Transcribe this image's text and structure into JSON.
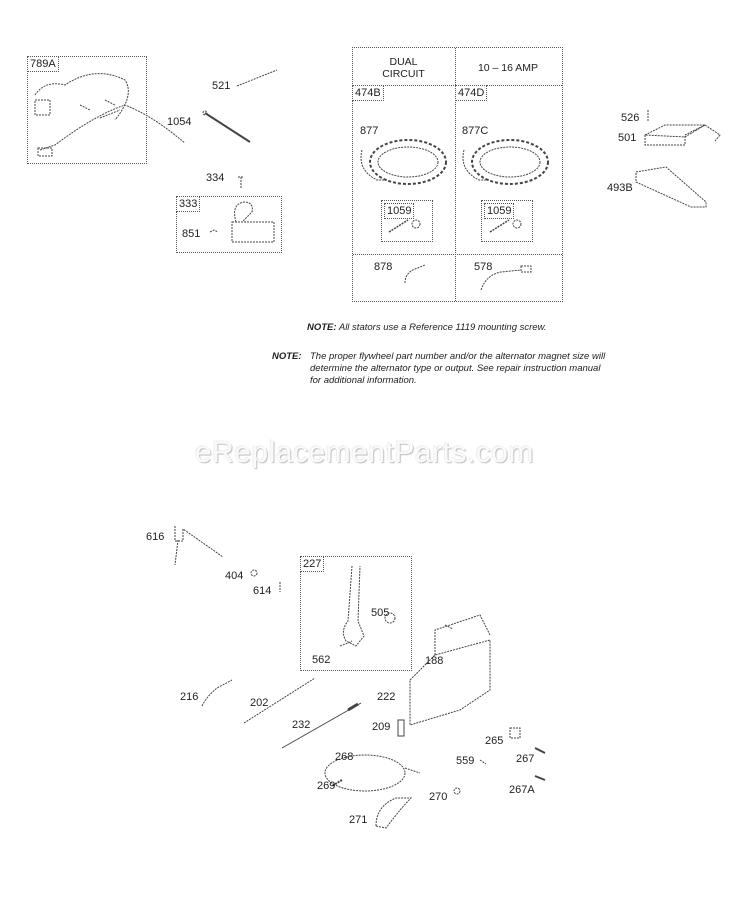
{
  "watermark": "eReplacementParts.com",
  "top_left": {
    "kit_789A": "789A",
    "lbl_521": "521",
    "lbl_1054": "1054",
    "lbl_334": "334",
    "kit_333": "333",
    "lbl_851": "851"
  },
  "stator_table": {
    "col1_header_line1": "DUAL",
    "col1_header_line2": "CIRCUIT",
    "col2_header": "10 – 16 AMP",
    "col1_kit": "474B",
    "col2_kit": "474D",
    "col1_stator": "877",
    "col2_stator": "877C",
    "col1_screw_kit": "1059",
    "col2_screw_kit": "1059",
    "col1_lead": "878",
    "col2_lead": "578"
  },
  "top_right": {
    "lbl_526": "526",
    "lbl_501": "501",
    "lbl_493B": "493B"
  },
  "notes": {
    "note1_prefix": "NOTE:",
    "note1_text": "All stators use a Reference 1119  mounting screw.",
    "note2_prefix": "NOTE:",
    "note2_line1": "The proper flywheel part number and/or the alternator magnet size will",
    "note2_line2": "determine the alternator type or output. See repair instruction manual",
    "note2_line3": "for additional information."
  },
  "bottom": {
    "lbl_616": "616",
    "lbl_404": "404",
    "lbl_614": "614",
    "kit_227": "227",
    "lbl_505": "505",
    "lbl_562": "562",
    "lbl_188": "188",
    "lbl_216": "216",
    "lbl_202": "202",
    "lbl_222": "222",
    "lbl_232": "232",
    "lbl_209": "209",
    "lbl_265": "265",
    "lbl_268": "268",
    "lbl_559": "559",
    "lbl_267": "267",
    "lbl_269": "269",
    "lbl_270": "270",
    "lbl_267A": "267A",
    "lbl_271": "271"
  }
}
